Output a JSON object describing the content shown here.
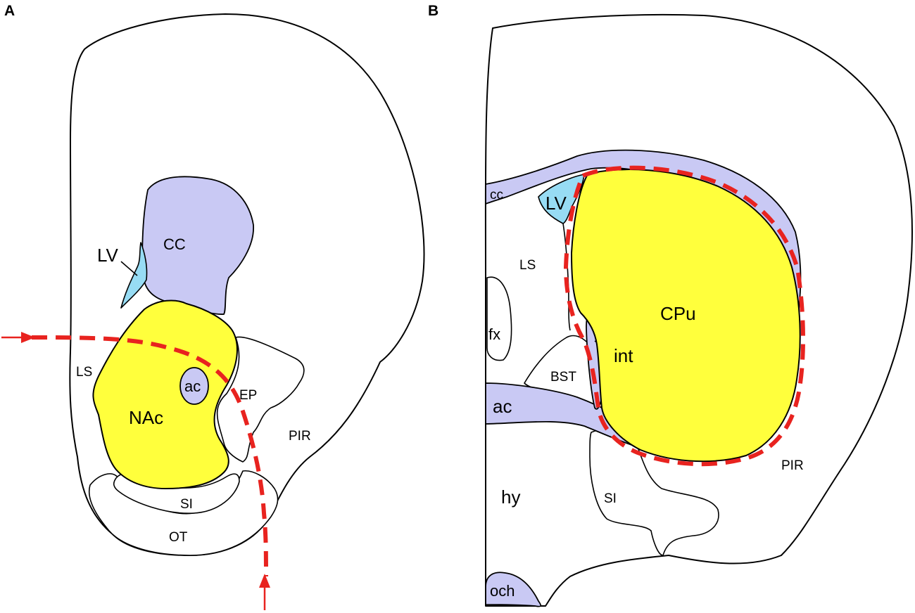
{
  "panels": [
    {
      "letter": "A",
      "regions": {
        "cc": "CC",
        "lv": "LV",
        "ls": "LS",
        "nac": "NAc",
        "ac": "ac",
        "ep": "EP",
        "pir": "PIR",
        "si": "SI",
        "ot": "OT"
      }
    },
    {
      "letter": "B",
      "regions": {
        "cc": "cc",
        "lv": "LV",
        "ls": "LS",
        "fx": "fx",
        "cpu": "CPu",
        "int": "int",
        "bst": "BST",
        "ac": "ac",
        "pir": "PIR",
        "hy": "hy",
        "si": "SI",
        "och": "och"
      }
    }
  ],
  "colors": {
    "target_region": "#ffff3c",
    "white_matter": "#c9c9f4",
    "ventricle": "#97dcf4",
    "cut_line": "#e8231f"
  }
}
